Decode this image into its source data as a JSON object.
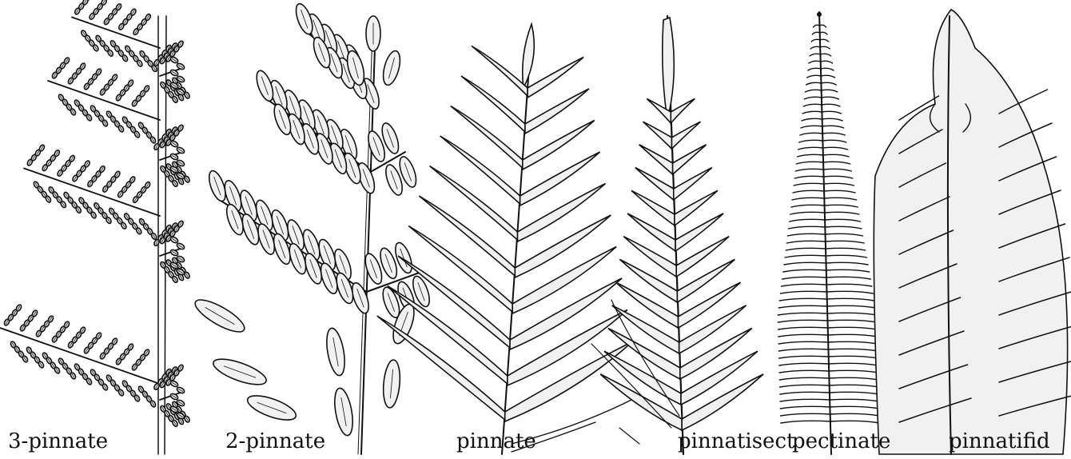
{
  "labels": [
    {
      "id": "3-pinnate",
      "text": "3-pinnate"
    },
    {
      "id": "2-pinnate",
      "text": "2-pinnate"
    },
    {
      "id": "pinnate",
      "text": "pinnate"
    },
    {
      "id": "pinnatisect",
      "text": "pinnatisect"
    },
    {
      "id": "pectinate",
      "text": "pectinate"
    },
    {
      "id": "pinnatifid",
      "text": "pinnatifid"
    }
  ]
}
